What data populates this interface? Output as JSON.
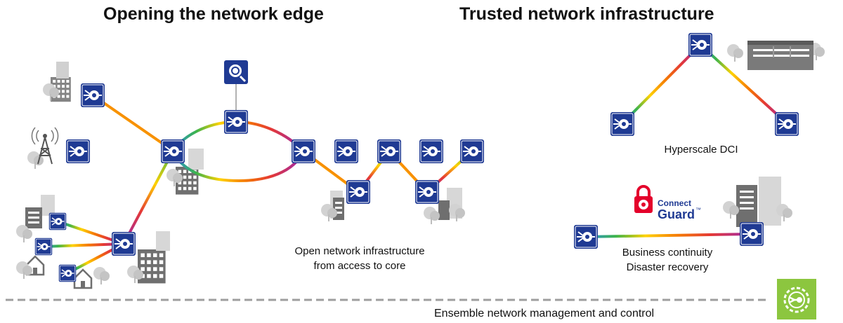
{
  "titles": {
    "left": "Opening the network edge",
    "right": "Trusted network infrastructure"
  },
  "labels": {
    "open_infra_line1": "Open network infrastructure",
    "open_infra_line2": "from access to core",
    "hyperscale": "Hyperscale DCI",
    "continuity_line1": "Business continuity",
    "continuity_line2": "Disaster recovery",
    "management": "Ensemble network management and control"
  },
  "connectguard": {
    "line1": "Connect",
    "line2": "Guard",
    "trademark": "™"
  },
  "colors": {
    "node_blue": "#1f3a93",
    "lock_red": "#e4002b",
    "ensemble_green": "#8cc63f",
    "dash_gray": "#9e9e9e",
    "scenery_gray": "#c8c8c8"
  },
  "icons": {
    "node": "network-device-icon",
    "monitor": "monitoring-magnifier-icon",
    "lock": "lock-icon",
    "ensemble": "gear-plug-icon",
    "tower": "cell-tower-icon"
  }
}
